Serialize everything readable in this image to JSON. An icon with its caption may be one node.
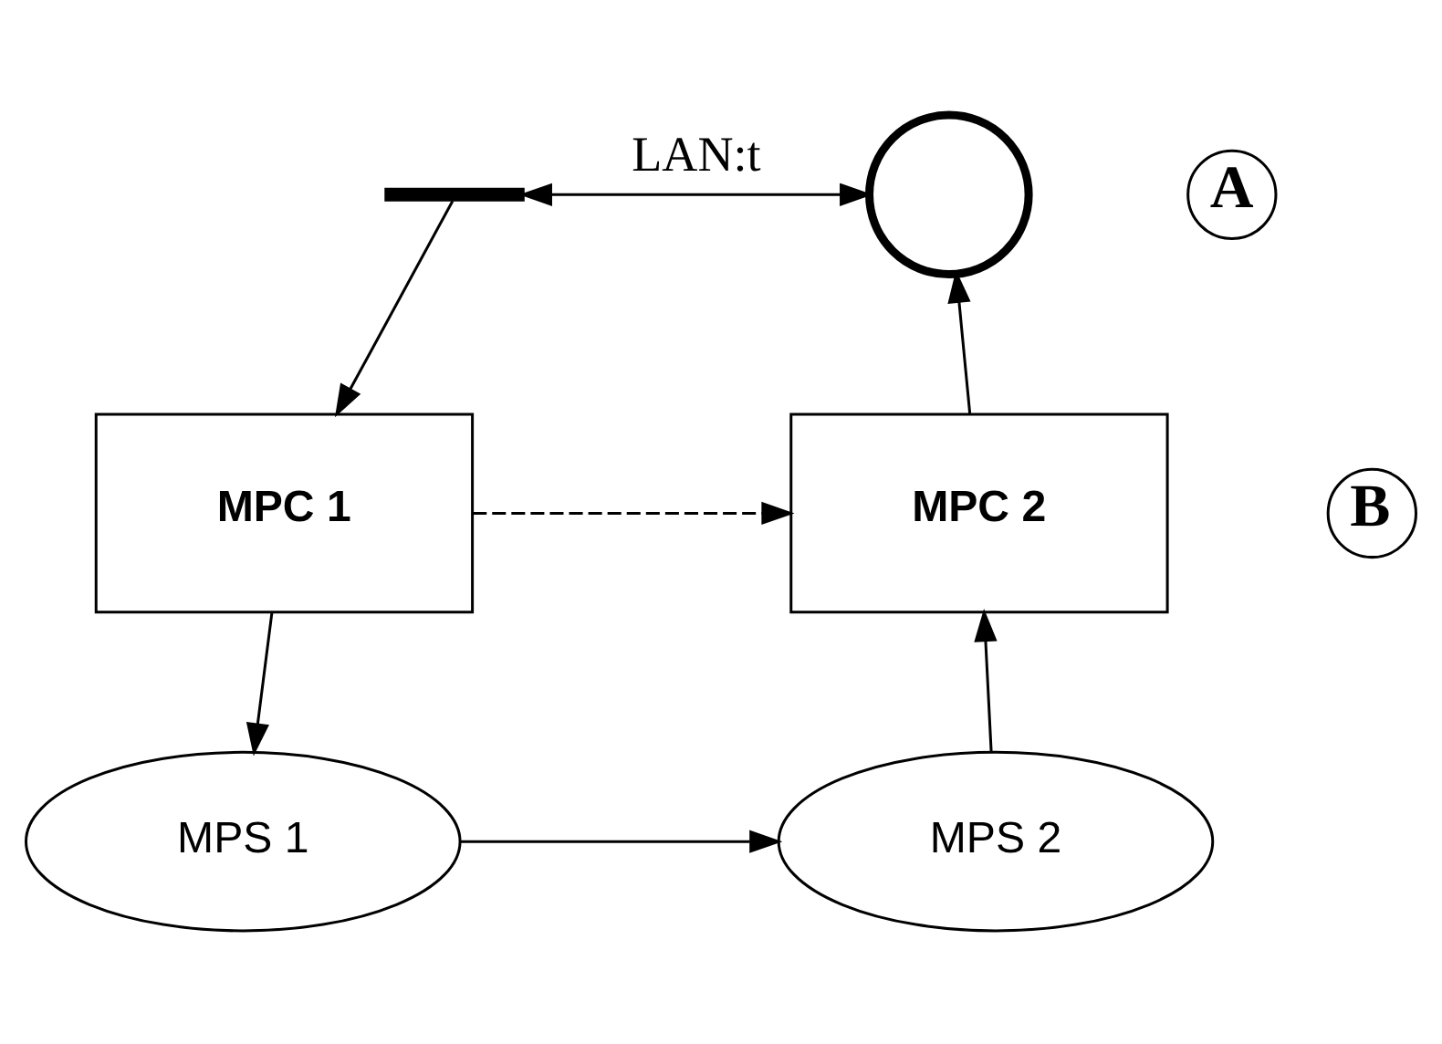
{
  "diagram": {
    "nodes": [
      {
        "text": [],
        "shape": "bar"
      },
      {
        "text": [],
        "shape": "circle"
      },
      {
        "text": [
          "MPC 1"
        ]
      },
      {
        "text": [
          "B"
        ]
      },
      {
        "text": [
          "MPC 2"
        ]
      },
      {
        "text": [
          "A"
        ]
      },
      {
        "text": [
          "MPS 1"
        ]
      },
      {
        "text": [
          "MPS 2"
        ]
      }
    ],
    "edges": [
      {
        "from": 0,
        "to": 1,
        "arrow": "both",
        "label": "LAN:t"
      },
      {
        "from": 0,
        "to": 2,
        "arrow": "to"
      },
      {
        "from": 4,
        "to": 1,
        "arrow": "to"
      },
      {
        "from": 2,
        "to": 4,
        "arrow": "to",
        "style": "dashed"
      },
      {
        "from": 2,
        "to": 6,
        "arrow": "to"
      },
      {
        "from": 6,
        "to": 7,
        "arrow": "to"
      },
      {
        "from": 7,
        "to": 4,
        "arrow": "to"
      }
    ]
  }
}
